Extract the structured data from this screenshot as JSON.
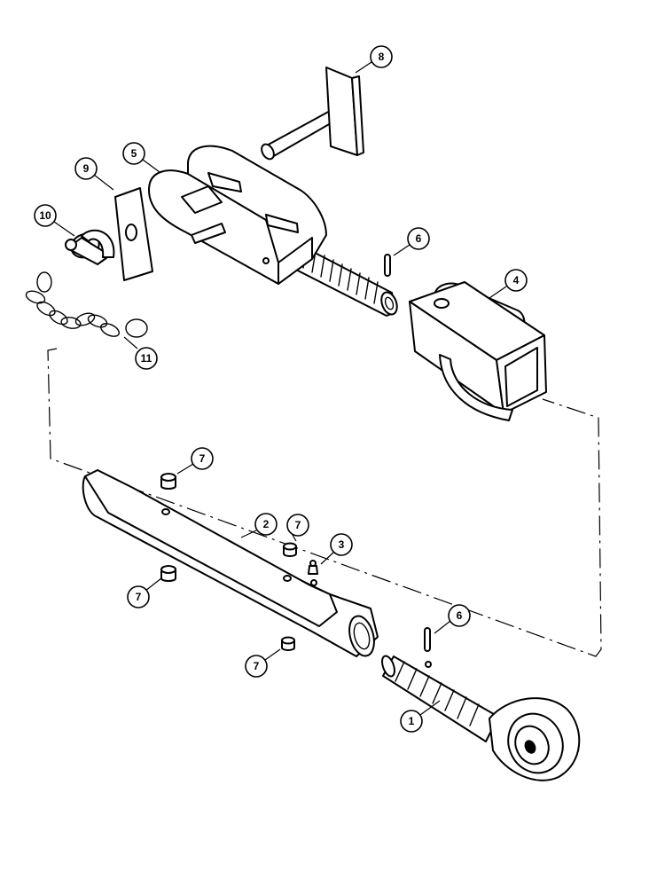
{
  "callouts": [
    {
      "id": "callout-8",
      "label": "8"
    },
    {
      "id": "callout-5",
      "label": "5"
    },
    {
      "id": "callout-9",
      "label": "9"
    },
    {
      "id": "callout-10",
      "label": "10"
    },
    {
      "id": "callout-6a",
      "label": "6"
    },
    {
      "id": "callout-4",
      "label": "4"
    },
    {
      "id": "callout-11",
      "label": "11"
    },
    {
      "id": "callout-7a",
      "label": "7"
    },
    {
      "id": "callout-2",
      "label": "2"
    },
    {
      "id": "callout-7b",
      "label": "7"
    },
    {
      "id": "callout-3",
      "label": "3"
    },
    {
      "id": "callout-7c",
      "label": "7"
    },
    {
      "id": "callout-6b",
      "label": "6"
    },
    {
      "id": "callout-7d",
      "label": "7"
    },
    {
      "id": "callout-1",
      "label": "1"
    }
  ]
}
